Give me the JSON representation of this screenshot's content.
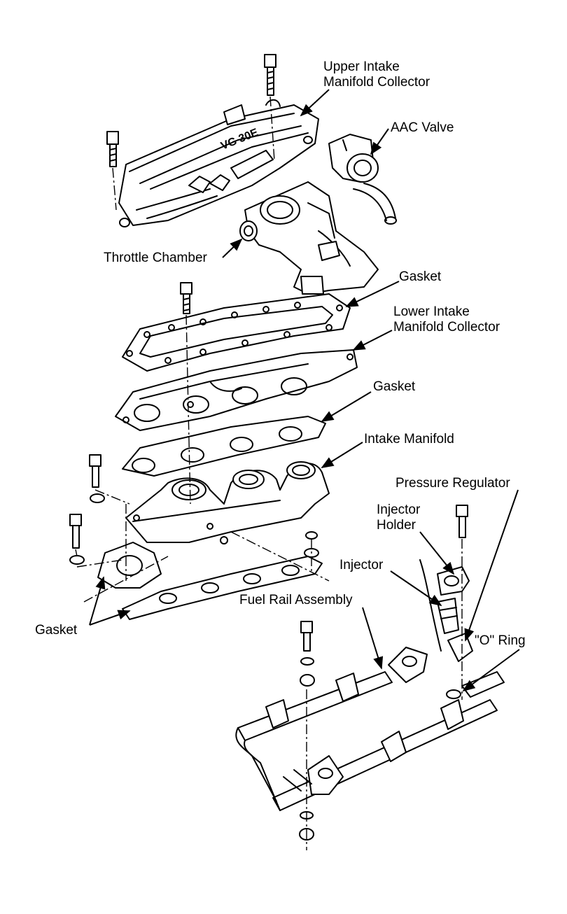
{
  "diagram": {
    "labels": {
      "upper_collector_l1": "Upper Intake",
      "upper_collector_l2": "Manifold Collector",
      "aac_valve": "AAC Valve",
      "throttle_chamber": "Throttle Chamber",
      "gasket_top": "Gasket",
      "lower_collector_l1": "Lower Intake",
      "lower_collector_l2": "Manifold Collector",
      "gasket_mid": "Gasket",
      "intake_manifold": "Intake Manifold",
      "pressure_regulator": "Pressure Regulator",
      "injector_holder_l1": "Injector",
      "injector_holder_l2": "Holder",
      "injector": "Injector",
      "fuel_rail_assembly": "Fuel Rail Assembly",
      "o_ring": "\"O\" Ring",
      "gasket_bottom": "Gasket"
    },
    "collector_emblem": "VG 30E",
    "colors": {
      "ink": "#000000",
      "paper": "#ffffff"
    }
  }
}
